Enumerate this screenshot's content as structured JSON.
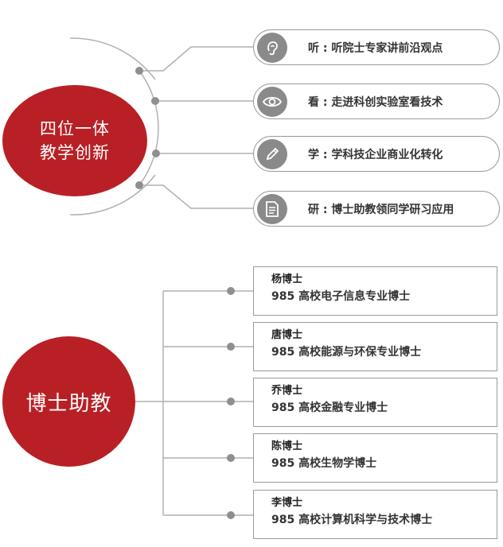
{
  "section1": {
    "circle_line1": "四位一体",
    "circle_line2": "教学创新",
    "items": [
      {
        "icon": "ear-icon",
        "label": "听 : 听院士专家讲前沿观点"
      },
      {
        "icon": "eye-icon",
        "label": "看 : 走进科创实验室看技术"
      },
      {
        "icon": "pen-icon",
        "label": "学 : 学科技企业商业化转化"
      },
      {
        "icon": "document-icon",
        "label": "研 : 博士助教领同学研习应用"
      }
    ]
  },
  "section2": {
    "circle_label": "博士助教",
    "items": [
      {
        "name": "杨博士",
        "desc": "985 高校电子信息专业博士"
      },
      {
        "name": "唐博士",
        "desc": "985 高校能源与环保专业博士"
      },
      {
        "name": "乔博士",
        "desc": "985 高校金融专业博士"
      },
      {
        "name": "陈博士",
        "desc": "985 高校生物学博士"
      },
      {
        "name": "李博士",
        "desc": "985 高校计算机科学与技术博士"
      }
    ]
  },
  "colors": {
    "accent_red": "#b82025",
    "line_gray": "#9a9a9a",
    "icon_gray": "#8a8a8a"
  }
}
